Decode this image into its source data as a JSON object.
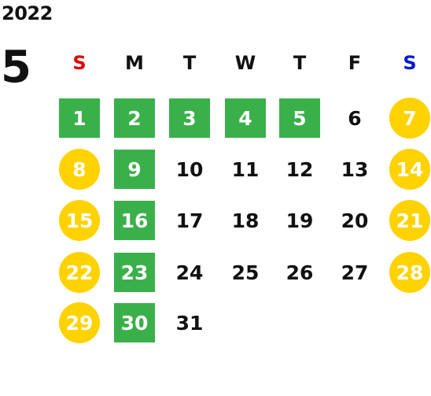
{
  "calendar": {
    "year": "2022",
    "month": "5",
    "weekdays": [
      "S",
      "M",
      "T",
      "W",
      "T",
      "F",
      "S"
    ],
    "weekday_colors": [
      "#e00000",
      "#111111",
      "#111111",
      "#111111",
      "#111111",
      "#111111",
      "#0018d6"
    ],
    "colors": {
      "green": "#3ab04b",
      "yellow": "#ffd200",
      "text": "#111111"
    },
    "rows": [
      [
        {
          "day": "1",
          "style": "green"
        },
        {
          "day": "2",
          "style": "green"
        },
        {
          "day": "3",
          "style": "green"
        },
        {
          "day": "4",
          "style": "green"
        },
        {
          "day": "5",
          "style": "green"
        },
        {
          "day": "6",
          "style": "plain"
        },
        {
          "day": "7",
          "style": "yellow"
        }
      ],
      [
        {
          "day": "8",
          "style": "yellow"
        },
        {
          "day": "9",
          "style": "green"
        },
        {
          "day": "10",
          "style": "plain"
        },
        {
          "day": "11",
          "style": "plain"
        },
        {
          "day": "12",
          "style": "plain"
        },
        {
          "day": "13",
          "style": "plain"
        },
        {
          "day": "14",
          "style": "yellow"
        }
      ],
      [
        {
          "day": "15",
          "style": "yellow"
        },
        {
          "day": "16",
          "style": "green"
        },
        {
          "day": "17",
          "style": "plain"
        },
        {
          "day": "18",
          "style": "plain"
        },
        {
          "day": "19",
          "style": "plain"
        },
        {
          "day": "20",
          "style": "plain"
        },
        {
          "day": "21",
          "style": "yellow"
        }
      ],
      [
        {
          "day": "22",
          "style": "yellow"
        },
        {
          "day": "23",
          "style": "green"
        },
        {
          "day": "24",
          "style": "plain"
        },
        {
          "day": "25",
          "style": "plain"
        },
        {
          "day": "26",
          "style": "plain"
        },
        {
          "day": "27",
          "style": "plain"
        },
        {
          "day": "28",
          "style": "yellow"
        }
      ],
      [
        {
          "day": "29",
          "style": "yellow"
        },
        {
          "day": "30",
          "style": "green"
        },
        {
          "day": "31",
          "style": "plain"
        }
      ]
    ]
  }
}
